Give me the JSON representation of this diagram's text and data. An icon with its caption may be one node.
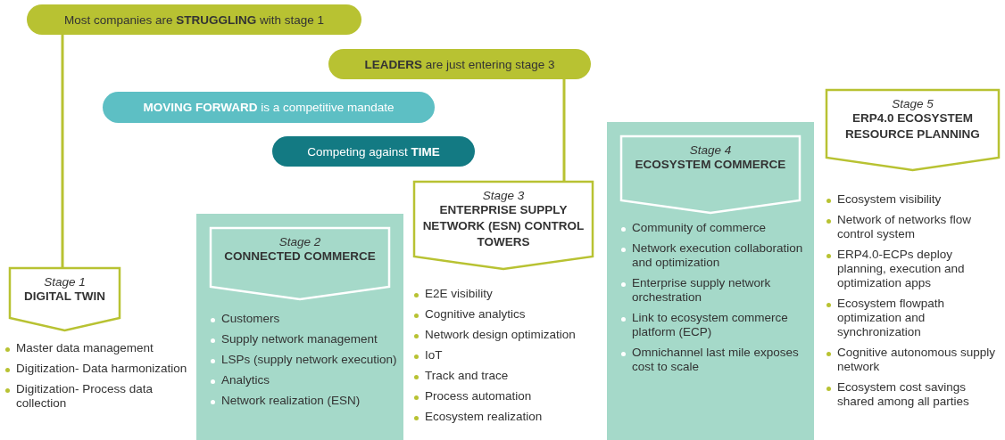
{
  "diagram": {
    "nodes": [
      {
        "text": [
          "Most companies are **STRUGGLING** with stage 1"
        ]
      },
      {
        "text": [
          "**LEADERS** are just entering stage 3"
        ]
      },
      {
        "text": [
          "**MOVING FORWARD** is a competitive mandate"
        ]
      },
      {
        "text": [
          "Competing against **TIME**"
        ]
      },
      {
        "text": [
          "Stage 1",
          "DIGITAL TWIN"
        ],
        "beside": [
          "Master data management",
          "Digitization- Data harmonization",
          "Digitization- Process data collection"
        ]
      },
      {
        "text": [
          "Customers",
          "Supply network management",
          "LSPs (supply network execution)",
          "Analytics",
          "Network realization (ESN)"
        ]
      },
      {
        "text": [
          "Stage 2",
          "CONNECTED COMMERCE"
        ],
        "in": 5
      },
      {
        "text": [
          "Stage 3",
          "ENTERPRISE SUPPLY NETWORK (ESN) CONTROL TOWERS"
        ],
        "beside": [
          "E2E visibility",
          "Cognitive analytics",
          "Network design optimization",
          "IoT",
          "Track and trace",
          "Process automation",
          "Ecosystem realization"
        ]
      },
      {
        "text": [
          "Community of commerce",
          "Network execution collaboration and optimization",
          "Enterprise supply network orchestration",
          "Link to ecosystem commerce platform (ECP)",
          "Omnichannel last mile exposes cost to scale"
        ]
      },
      {
        "text": [
          "Stage 4",
          "ECOSYSTEM COMMERCE"
        ],
        "in": 8
      },
      {
        "text": [
          "Stage 5",
          "ERP4.0 ECOSYSTEM RESOURCE PLANNING"
        ],
        "beside": [
          "Ecosystem visibility",
          "Network of networks flow control system",
          "ERP4.0-ECPs deploy planning, execution and optimization apps",
          "Ecosystem flowpath optimization and synchronization",
          "Cognitive autonomous supply network",
          "Ecosystem cost savings shared among all parties"
        ]
      }
    ],
    "edges": [
      {
        "from": 0,
        "to": 4,
        "arrow": "none"
      },
      {
        "from": 1,
        "to": 7,
        "arrow": "none"
      }
    ]
  }
}
